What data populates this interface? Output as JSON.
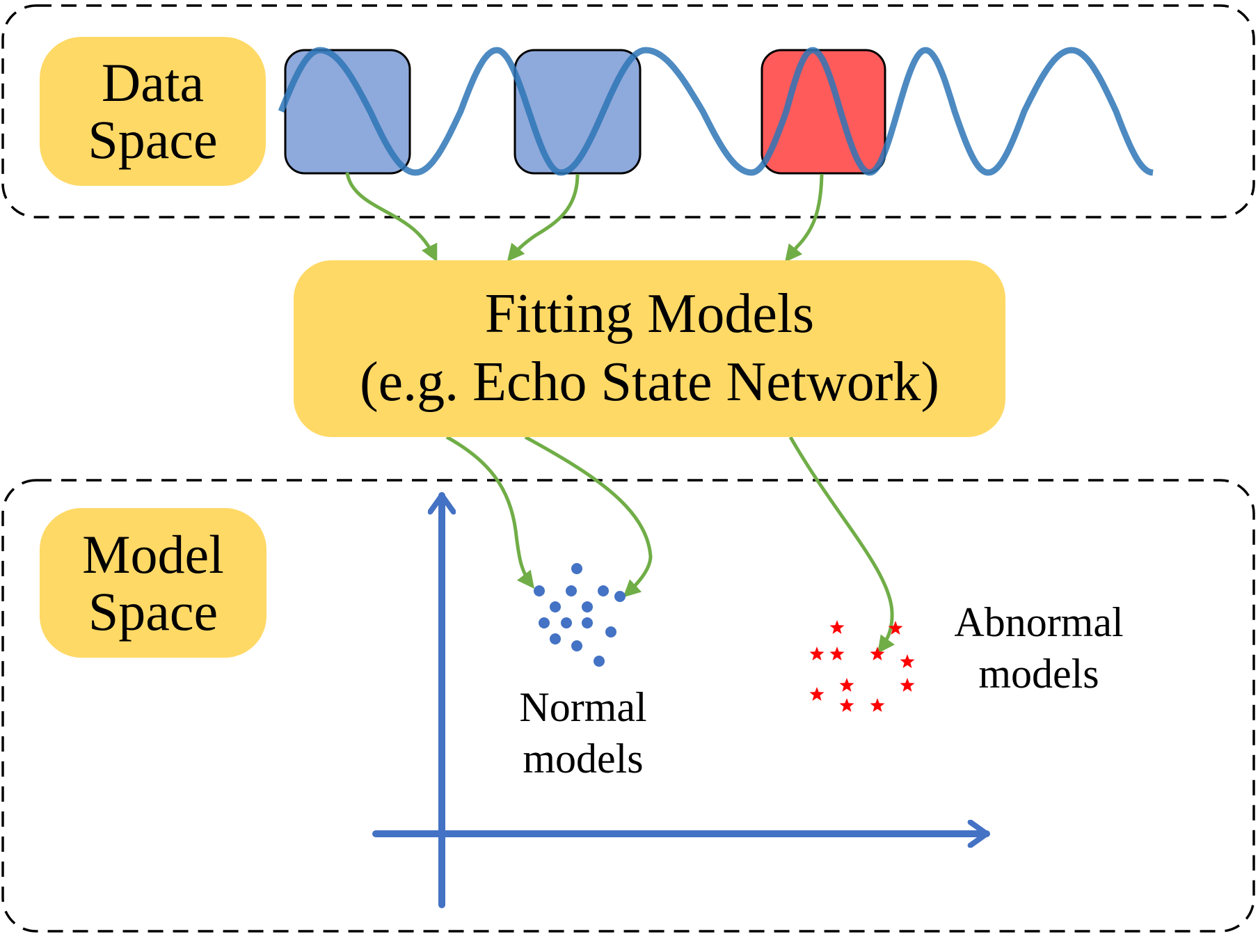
{
  "data_space": {
    "line1": "Data",
    "line2": "Space"
  },
  "model_space": {
    "line1": "Model",
    "line2": "Space"
  },
  "fitting": {
    "line1": "Fitting Models",
    "line2": "(e.g. Echo State Network)"
  },
  "normal_label": {
    "line1": "Normal",
    "line2": "models"
  },
  "abnormal_label": {
    "line1": "Abnormal",
    "line2": "models"
  },
  "windows": [
    {
      "name": "window-normal-1",
      "status": "normal"
    },
    {
      "name": "window-normal-2",
      "status": "normal"
    },
    {
      "name": "window-abnormal",
      "status": "abnormal"
    }
  ],
  "colors": {
    "label_fill": "#FFD966",
    "signal": "#2E75B6",
    "normal_window": "#8EA9DB",
    "abnormal_window": "#FF5B5B",
    "arrow": "#70AD47",
    "axis": "#4472C4",
    "normal_point": "#4472C4",
    "abnormal_point": "#FF0000"
  },
  "counts": {
    "normal_points": 14,
    "abnormal_points": 11
  }
}
